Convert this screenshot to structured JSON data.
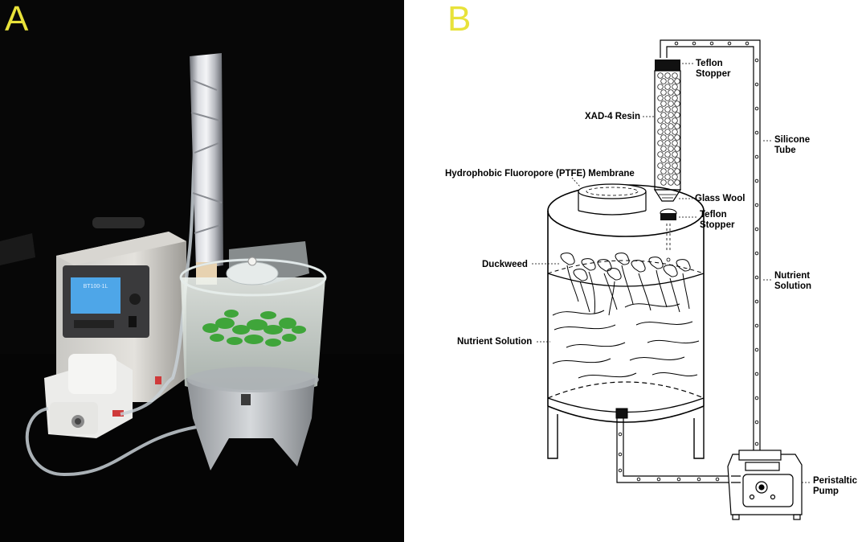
{
  "panels": {
    "a": {
      "letter": "A"
    },
    "b": {
      "letter": "B"
    }
  },
  "colors": {
    "panel_letter": "#e8e23a",
    "photo_background": "#070707",
    "diagram_line": "#000000"
  },
  "device_display": {
    "model_text": "BT100-1L"
  },
  "labels": {
    "teflon_top_1": "Teflon",
    "teflon_top_2": "Stopper",
    "xad4_resin": "XAD-4 Resin",
    "silicone_1": "Silicone",
    "silicone_2": "Tube",
    "ptfe_membrane": "Hydrophobic Fluoropore (PTFE) Membrane",
    "glass_wool": "Glass Wool",
    "teflon_mid_1": "Teflon",
    "teflon_mid_2": "Stopper",
    "duckweed": "Duckweed",
    "nutrient_right_1": "Nutrient",
    "nutrient_right_2": "Solution",
    "nutrient_left": "Nutrient Solution",
    "pump_1": "Peristaltic",
    "pump_2": "Pump"
  },
  "icons": {
    "photo": "photo-of-setup",
    "column": "resin-column-icon",
    "tank": "cylindrical-tank-icon",
    "pump": "peristaltic-pump-icon"
  }
}
